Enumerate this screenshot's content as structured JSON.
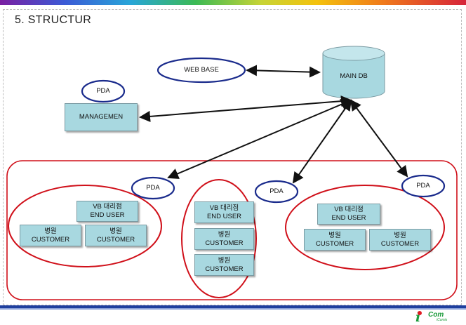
{
  "title": "5. STRUCTUR",
  "nodes": {
    "web_base": "WEB BASE",
    "main_db": "MAIN DB",
    "pda_mgmt": "PDA",
    "management": "MANAGEMEN",
    "pda_left": "PDA",
    "pda_mid": "PDA",
    "pda_right": "PDA"
  },
  "groups": {
    "left": {
      "vb": [
        "VB 대리점",
        "END USER"
      ],
      "c1": [
        "병원",
        "CUSTOMER"
      ],
      "c2": [
        "병원",
        "CUSTOMER"
      ]
    },
    "middle": {
      "vb": [
        "VB 대리점",
        "END USER"
      ],
      "c1": [
        "병원",
        "CUSTOMER"
      ],
      "c2": [
        "병원",
        "CUSTOMER"
      ]
    },
    "right": {
      "vb": [
        "VB 대리점",
        "END USER"
      ],
      "c1": [
        "병원",
        "CUSTOMER"
      ],
      "c2": [
        "병원",
        "CUSTOMER"
      ]
    }
  },
  "logo": {
    "main": "Com",
    "sub": "iComis"
  },
  "colors": {
    "box_fill": "#a8d8e0",
    "group_outline": "#d0101a",
    "ellipse_outline": "#1a2b8c",
    "arrow": "#111111"
  }
}
